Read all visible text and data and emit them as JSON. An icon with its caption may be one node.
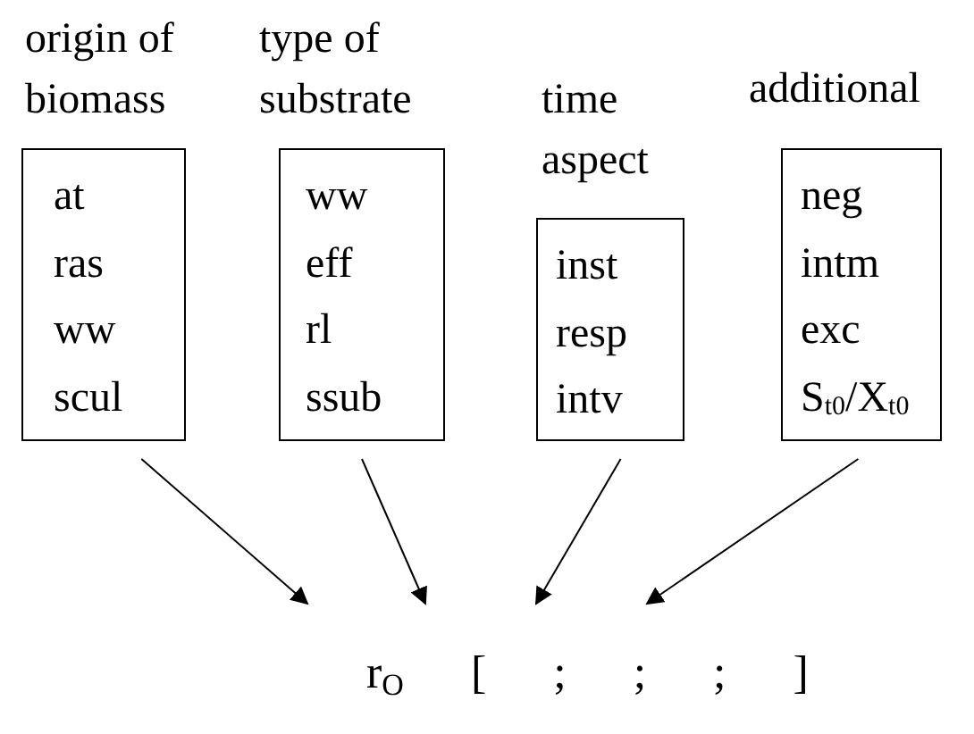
{
  "diagram": {
    "nodes": [
      {
        "text": [
          "origin of biomass",
          "at",
          "ras",
          "ww",
          "scul"
        ]
      },
      {
        "text": [
          "type of substrate",
          "ww",
          "eff",
          "rl",
          "ssub"
        ]
      },
      {
        "text": [
          "time aspect",
          "inst",
          "resp",
          "intv"
        ]
      },
      {
        "text": [
          "additional",
          "neg",
          "intm",
          "exc",
          "S$_{t0}$/X$_{t0}$"
        ]
      },
      {
        "text": [
          "r$_{O}$ [ ; ; ; ]"
        ]
      }
    ],
    "edges": [
      {
        "from": 0,
        "to": 4,
        "arrow": "to"
      },
      {
        "from": 1,
        "to": 4,
        "arrow": "to"
      },
      {
        "from": 2,
        "to": 4,
        "arrow": "to"
      },
      {
        "from": 3,
        "to": 4,
        "arrow": "to"
      }
    ]
  }
}
